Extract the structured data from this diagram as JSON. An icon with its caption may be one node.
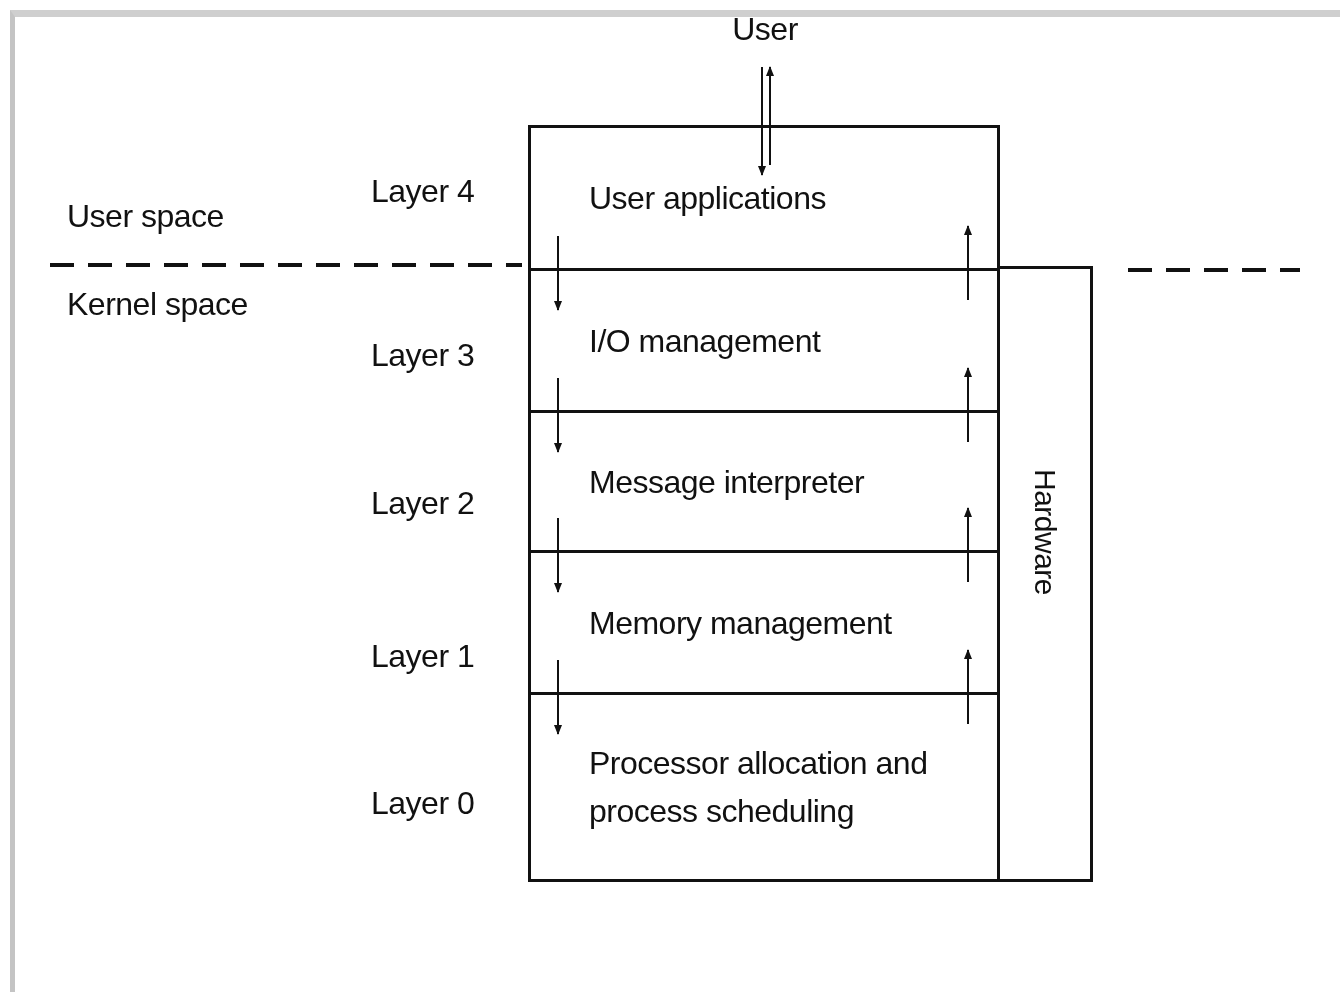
{
  "diagram": {
    "nodes": [
      {
        "text": [
          "User"
        ]
      },
      {
        "text": [
          "User applications"
        ],
        "beside": [
          "Layer 4"
        ]
      },
      {
        "text": [
          "I/O management"
        ],
        "beside": [
          "Layer 3"
        ]
      },
      {
        "text": [
          "Message interpreter"
        ],
        "beside": [
          "Layer 2"
        ]
      },
      {
        "text": [
          "Memory management"
        ],
        "beside": [
          "Layer 1"
        ]
      },
      {
        "text": [
          "Processor allocation and process scheduling"
        ],
        "beside": [
          "Layer 0"
        ]
      },
      {
        "text": [
          "Hardware"
        ]
      }
    ],
    "edges": [
      {
        "from": 1,
        "to": 0,
        "arrow": "to"
      },
      {
        "from": 0,
        "to": 1,
        "arrow": "to"
      },
      {
        "from": 1,
        "to": 2,
        "arrow": "to"
      },
      {
        "from": 2,
        "to": 1,
        "arrow": "to"
      },
      {
        "from": 2,
        "to": 3,
        "arrow": "to"
      },
      {
        "from": 3,
        "to": 2,
        "arrow": "to"
      },
      {
        "from": 3,
        "to": 4,
        "arrow": "to"
      },
      {
        "from": 4,
        "to": 3,
        "arrow": "to"
      },
      {
        "from": 4,
        "to": 5,
        "arrow": "to"
      },
      {
        "from": 5,
        "to": 4,
        "arrow": "to"
      }
    ],
    "labels": [
      "User space",
      "Kernel space"
    ]
  }
}
